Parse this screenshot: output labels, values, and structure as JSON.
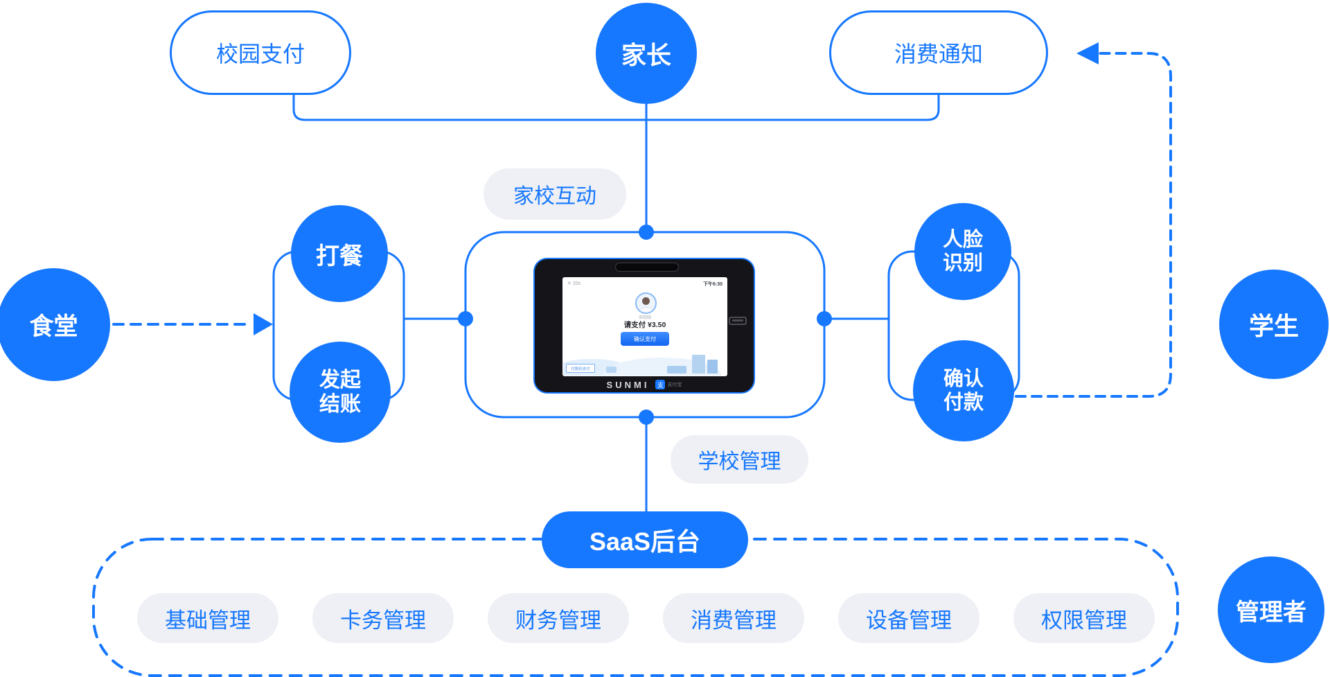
{
  "colors": {
    "primary": "#1677ff",
    "pill_bg": "#eef0f5",
    "device_body": "#141419"
  },
  "top": {
    "campus_payment": "校园支付",
    "parent": "家长",
    "consumption_notice": "消费通知"
  },
  "labels": {
    "home_school": "家校互动",
    "school_management": "学校管理"
  },
  "left": {
    "canteen": "食堂",
    "serve_meal": "打餐",
    "start_checkout_line1": "发起",
    "start_checkout_line2": "结账"
  },
  "right": {
    "face_line1": "人脸",
    "face_line2": "识别",
    "confirm_line1": "确认",
    "confirm_line2": "付款",
    "student": "学生",
    "administrator": "管理者"
  },
  "device": {
    "close": "✕",
    "countdown": "20s",
    "time": "下午6:30",
    "student_name": "宋晓晓",
    "pay_prompt": "请支付 ¥3.50",
    "confirm_button": "确认支付",
    "badge": "付款码支付",
    "brand": "SUNMI",
    "alipay_char": "支",
    "alipay_name": "支付宝"
  },
  "bottom": {
    "saas": "SaaS后台",
    "modules": [
      "基础管理",
      "卡务管理",
      "财务管理",
      "消费管理",
      "设备管理",
      "权限管理"
    ]
  }
}
